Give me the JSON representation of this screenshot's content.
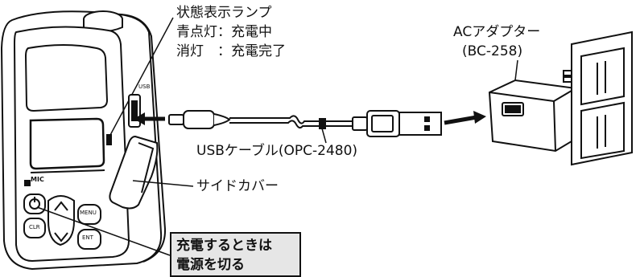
{
  "labels": {
    "status_lamp": "状態表示ランプ",
    "lamp_blue": "青点灯：充電中",
    "lamp_off": "消灯　：充電完了",
    "ac_adapter": "ACアダプター",
    "adapter_model": "(BC-258)",
    "usb_cable": "USBケーブル(OPC-2480)",
    "side_cover": "サイドカバー"
  },
  "callout": {
    "line1": "充電するときは",
    "line2": "電源を切る"
  },
  "device": {
    "mic": "MIC",
    "menu": "MENU",
    "clr": "CLR",
    "ent": "ENT",
    "usb": "USB"
  }
}
